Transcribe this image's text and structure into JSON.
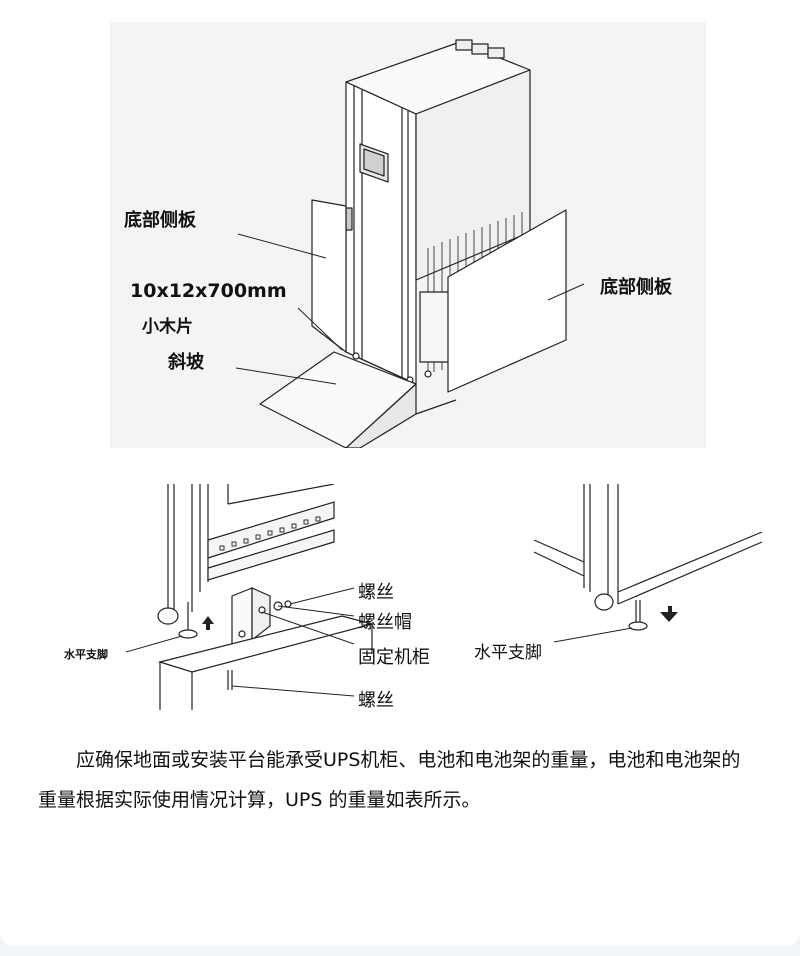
{
  "figure_top": {
    "labels": {
      "left_side_panel": "底部侧板",
      "wood_strip_size": "10x12x700mm",
      "wood_strip_name": "小木片",
      "ramp": "斜坡",
      "right_side_panel": "底部侧板"
    }
  },
  "figure_bottom_left": {
    "labels": {
      "leveling_foot": "水平支脚",
      "screw_1": "螺丝",
      "screw_cap": "螺丝帽",
      "fix_cabinet": "固定机柜",
      "screw_2": "螺丝"
    }
  },
  "figure_bottom_right": {
    "labels": {
      "leveling_foot": "水平支脚"
    }
  },
  "paragraph": "应确保地面或安装平台能承受UPS机柜、电池和电池架的重量，电池和电池架的重量根据实际使用情况计算，UPS 的重量如表所示。"
}
